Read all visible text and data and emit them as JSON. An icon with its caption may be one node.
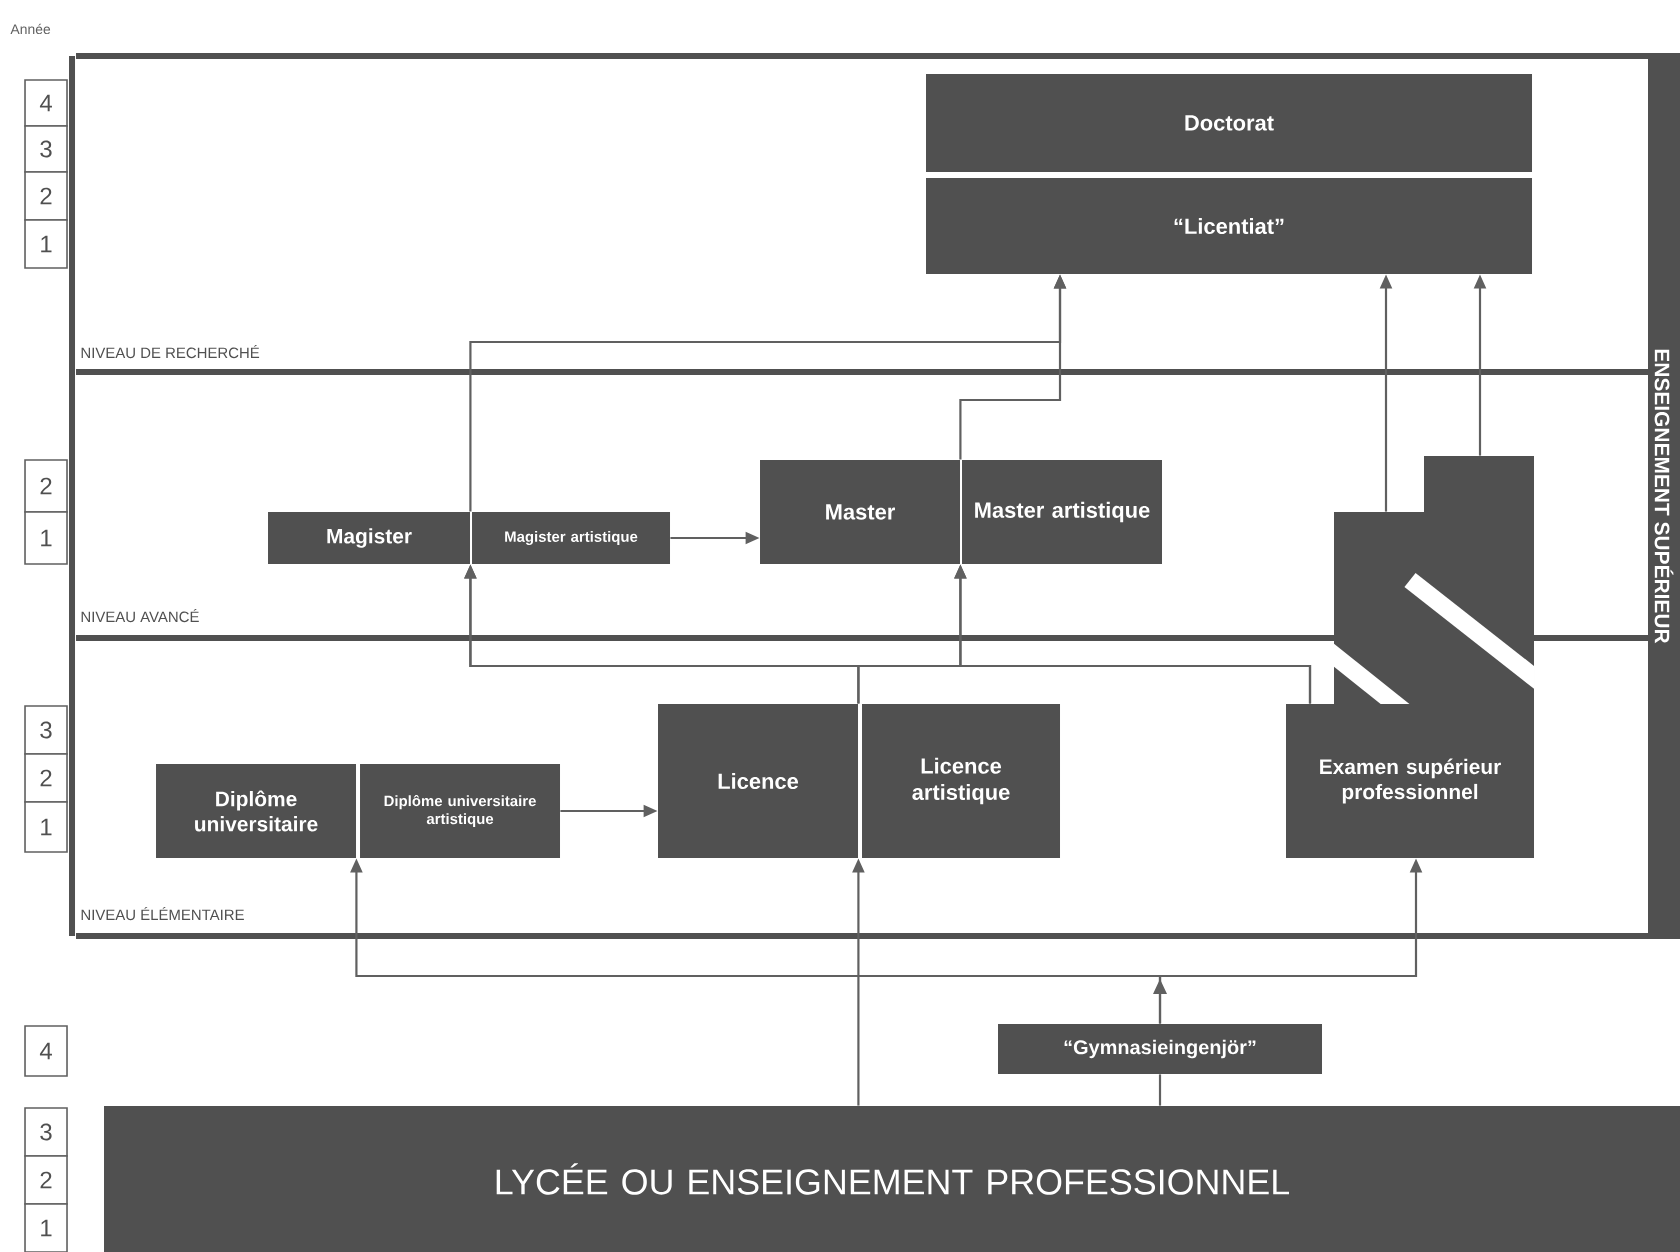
{
  "diagram": {
    "nodes": [
      {
        "text": [
          "Doctorat"
        ]
      },
      {
        "text": [
          "“Licentiat”"
        ]
      },
      {
        "text": [
          "Magister"
        ]
      },
      {
        "text": [
          "Magister artistique"
        ]
      },
      {
        "text": [
          "Master"
        ]
      },
      {
        "text": [
          "Master artistique"
        ]
      },
      {
        "text": [
          "Diplôme universitaire"
        ]
      },
      {
        "text": [
          "Diplôme universitaire artistique"
        ]
      },
      {
        "text": [
          "Licence"
        ]
      },
      {
        "text": [
          "Licence artistique"
        ]
      },
      {
        "text": [
          "Examen supérieur professionnel"
        ]
      },
      {
        "text": [
          "“Gymnasieingenjör”"
        ]
      },
      {
        "text": [
          "LYCÉE OU ENSEIGNEMENT PROFESSIONNEL"
        ]
      },
      {
        "text": [
          "ENSEIGNEMENT SUPÉRIEUR"
        ]
      }
    ],
    "edges": [
      {
        "from": 3,
        "to": 4,
        "arrow": "to"
      },
      {
        "from": 7,
        "to": 8,
        "arrow": "to"
      },
      {
        "from": 12,
        "to": 8,
        "arrow": "to"
      },
      {
        "from": 12,
        "to": 11,
        "arrow": "none"
      },
      {
        "from": 11,
        "to": 6,
        "arrow": "to"
      },
      {
        "from": 11,
        "to": 10,
        "arrow": "to"
      },
      {
        "from": 8,
        "to": 2,
        "arrow": "to"
      },
      {
        "from": 8,
        "to": 4,
        "arrow": "to"
      },
      {
        "from": 10,
        "to": 2,
        "arrow": "to"
      },
      {
        "from": 10,
        "to": 4,
        "arrow": "to"
      },
      {
        "from": 2,
        "to": 1,
        "arrow": "to"
      },
      {
        "from": 4,
        "to": 1,
        "arrow": "to"
      },
      {
        "from": 10,
        "to": 1,
        "arrow": "to"
      },
      {
        "from": 10,
        "to": 1,
        "arrow": "to"
      }
    ],
    "labels": [
      "Année",
      "4",
      "3",
      "2",
      "1",
      "NIVEAU DE RECHERCHÉ",
      "2",
      "1",
      "NIVEAU AVANCÉ",
      "3",
      "2",
      "1",
      "NIVEAU ÉLÉMENTAIRE",
      "4",
      "3",
      "2",
      "1"
    ]
  }
}
